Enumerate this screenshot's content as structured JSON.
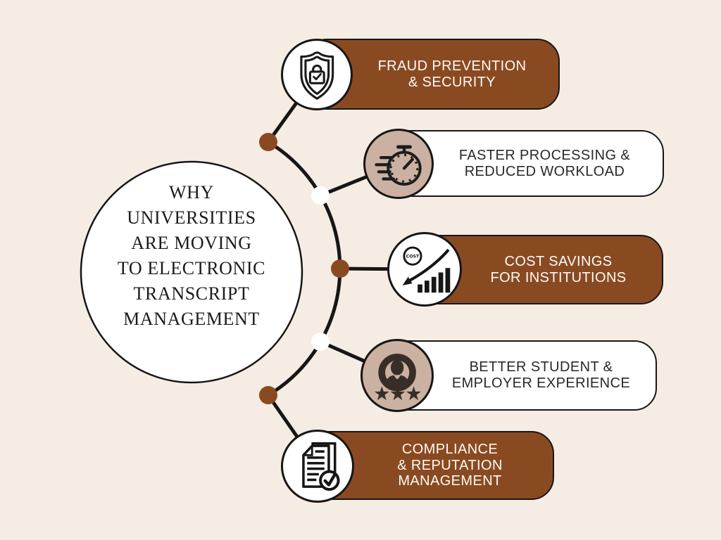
{
  "title": {
    "lines": [
      "WHY",
      "UNIVERSITIES",
      "ARE MOVING",
      "TO ELECTRONIC",
      "TRANSCRIPT",
      "MANAGEMENT"
    ]
  },
  "items": [
    {
      "id": "fraud-prevention",
      "variant": "brown",
      "icon": "shield-lock-icon",
      "lines": [
        "FRAUD PREVENTION",
        "& SECURITY"
      ]
    },
    {
      "id": "faster-processing",
      "variant": "white",
      "icon": "stopwatch-icon",
      "lines": [
        "FASTER PROCESSING &",
        "REDUCED WORKLOAD"
      ]
    },
    {
      "id": "cost-savings",
      "variant": "brown",
      "icon": "cost-decrease-icon",
      "lines": [
        "COST SAVINGS",
        "FOR INSTITUTIONS"
      ],
      "icon_label": "COST"
    },
    {
      "id": "student-experience",
      "variant": "white",
      "icon": "customer-rating-icon",
      "lines": [
        "BETTER STUDENT &",
        "EMPLOYER EXPERIENCE"
      ]
    },
    {
      "id": "compliance",
      "variant": "brown",
      "icon": "documents-check-icon",
      "lines": [
        "COMPLIANCE",
        "& REPUTATION",
        "MANAGEMENT"
      ]
    }
  ],
  "colors": {
    "background": "#f5ece3",
    "brown": "#8a4a21",
    "tan": "#cbb1a2",
    "line_black": "#161616",
    "light_text": "#fcfaf7",
    "dark_text": "#2b2827"
  }
}
